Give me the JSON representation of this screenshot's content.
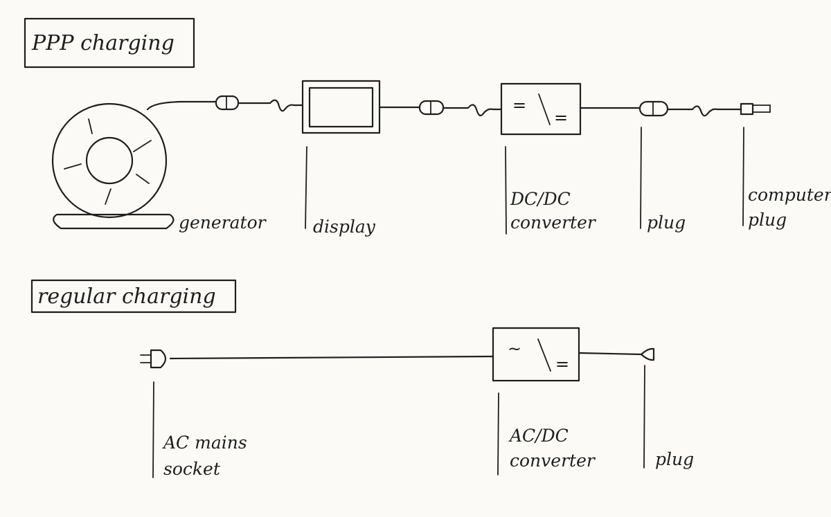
{
  "sections": {
    "ppp": {
      "title": "PPP charging",
      "labels": {
        "generator": "generator",
        "display": "display",
        "converter_line1": "DC/DC",
        "converter_line2": "converter",
        "plug": "plug",
        "computer_plug_line1": "computer",
        "computer_plug_line2": "plug"
      },
      "converter_symbol": {
        "input": "=",
        "output": "="
      }
    },
    "regular": {
      "title": "regular charging",
      "labels": {
        "socket_line1": "AC mains",
        "socket_line2": "socket",
        "converter_line1": "AC/DC",
        "converter_line2": "converter",
        "plug": "plug"
      },
      "converter_symbol": {
        "input": "~",
        "output": "="
      }
    }
  },
  "colors": {
    "ink": "#1e1e1e",
    "paper": "#fbfaf6"
  }
}
